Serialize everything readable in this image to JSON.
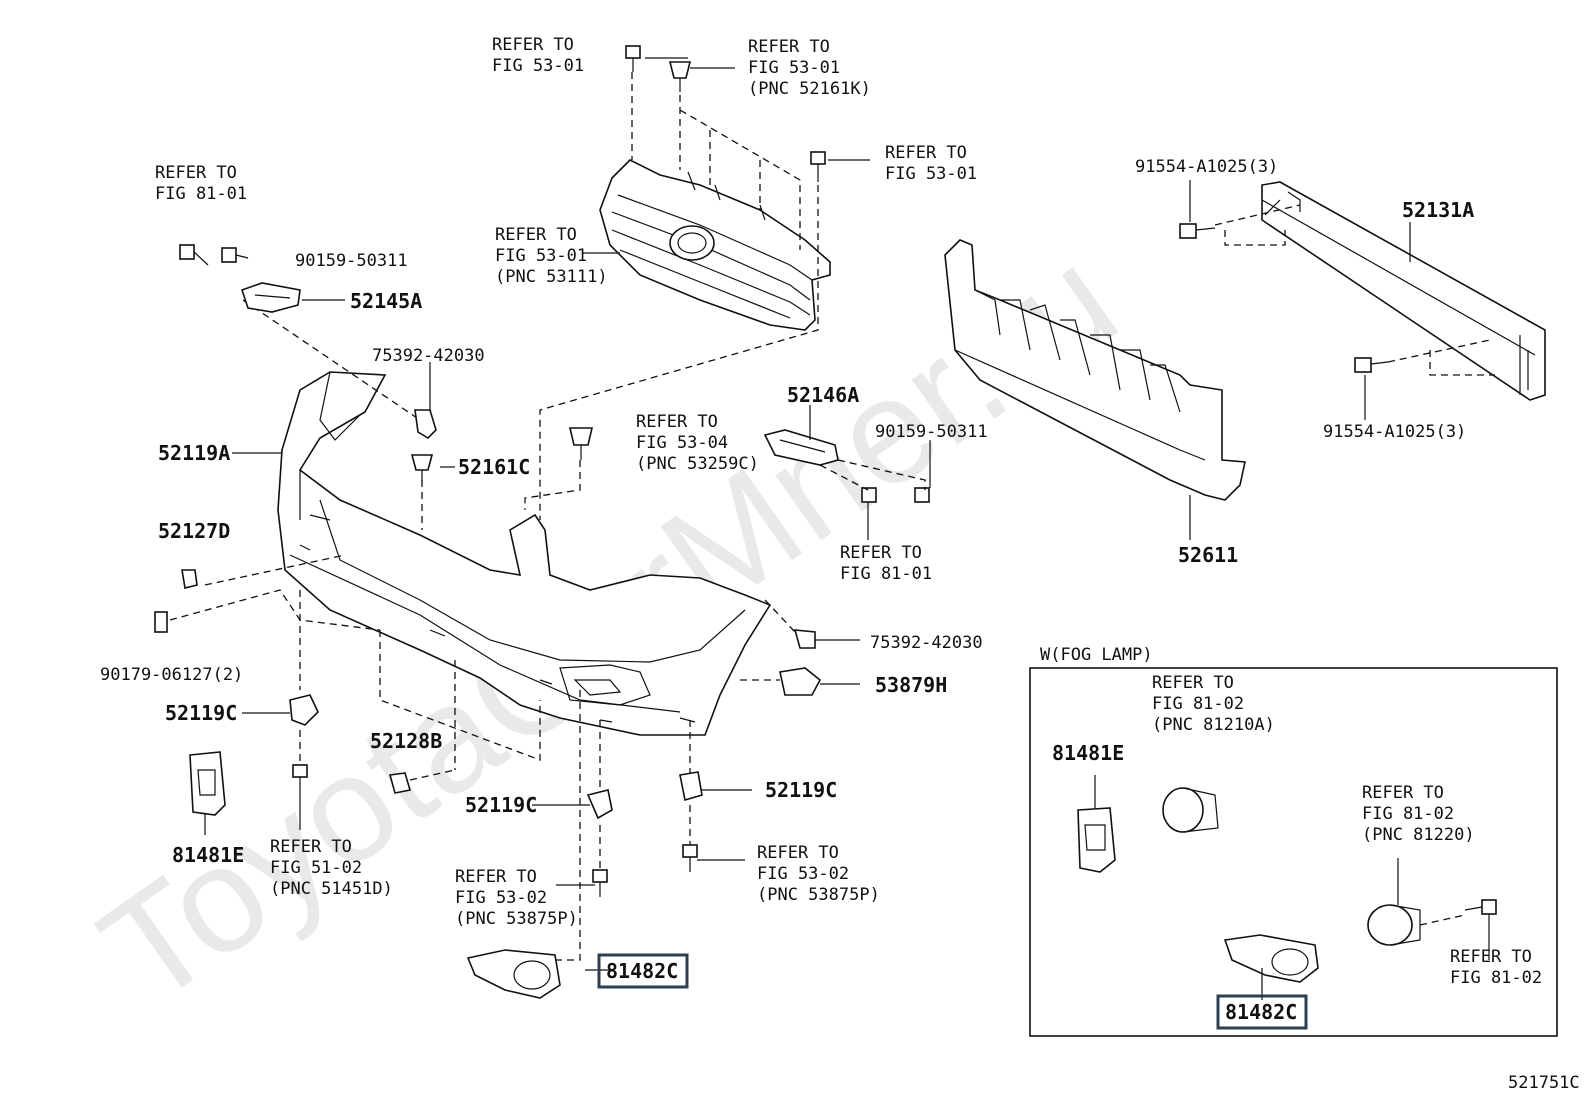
{
  "watermark": "ToyotaCarMner.ru",
  "diagram_code": "521751C",
  "inset_title": "W(FOG LAMP)",
  "refs": {
    "r1": [
      "REFER TO",
      "FIG 53-01"
    ],
    "r2": [
      "REFER TO",
      "FIG 53-01",
      "(PNC 52161K)"
    ],
    "r3": [
      "REFER TO",
      "FIG 53-01"
    ],
    "r4": [
      "REFER TO",
      "FIG 53-01",
      "(PNC 53111)"
    ],
    "r5": [
      "REFER TO",
      "FIG 81-01"
    ],
    "r6": [
      "REFER TO",
      "FIG 53-04",
      "(PNC 53259C)"
    ],
    "r7": [
      "REFER TO",
      "FIG 81-01"
    ],
    "r8": [
      "REFER TO",
      "FIG 51-02",
      "(PNC 51451D)"
    ],
    "r9": [
      "REFER TO",
      "FIG 53-02",
      "(PNC 53875P)"
    ],
    "r10": [
      "REFER TO",
      "FIG 53-02",
      "(PNC 53875P)"
    ],
    "r11": [
      "REFER TO",
      "FIG 81-02",
      "(PNC 81210A)"
    ],
    "r12": [
      "REFER TO",
      "FIG 81-02",
      "(PNC 81220)"
    ],
    "r13": [
      "REFER TO",
      "FIG 81-02"
    ]
  },
  "parts": {
    "p90159a": "90159-50311",
    "p52145A": "52145A",
    "p75392a": "75392-42030",
    "p52119A": "52119A",
    "p52161C": "52161C",
    "p52127D": "52127D",
    "p90179": "90179-06127(2)",
    "p52119Ca": "52119C",
    "p52128B": "52128B",
    "p81481Ea": "81481E",
    "p52119Cb": "52119C",
    "p52119Cc": "52119C",
    "p81482Ca": "81482C",
    "p75392b": "75392-42030",
    "p53879H": "53879H",
    "p52146A": "52146A",
    "p90159b": "90159-50311",
    "p91554a": "91554-A1025(3)",
    "p52131A": "52131A",
    "p91554b": "91554-A1025(3)",
    "p52611": "52611",
    "p81481Eb": "81481E",
    "p81482Cb": "81482C"
  }
}
